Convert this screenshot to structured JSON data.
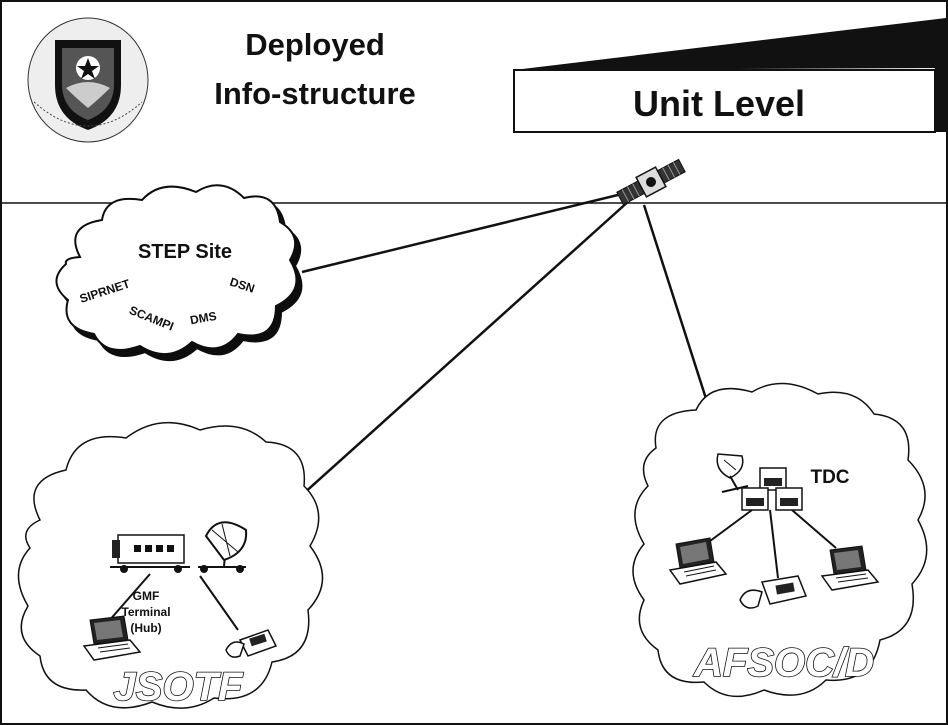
{
  "header": {
    "title_line1": "Deployed",
    "title_line2": "Info-structure",
    "banner": "Unit Level"
  },
  "step_site": {
    "title": "STEP Site",
    "items": [
      "SIPRNET",
      "SCAMPI",
      "DMS",
      "DSN"
    ]
  },
  "jsotf": {
    "name": "JSOTF",
    "terminal_lines": [
      "GMF",
      "Terminal",
      "(Hub)"
    ]
  },
  "afsoc": {
    "name": "AFSOC/D",
    "node": "TDC"
  },
  "icons": {
    "emblem": "air-force-special-operations-emblem",
    "satellite": "satellite-icon",
    "dish": "satellite-dish-icon",
    "computer": "laptop-computer-icon",
    "phone": "telephone-icon",
    "server": "server-stack-icon"
  }
}
